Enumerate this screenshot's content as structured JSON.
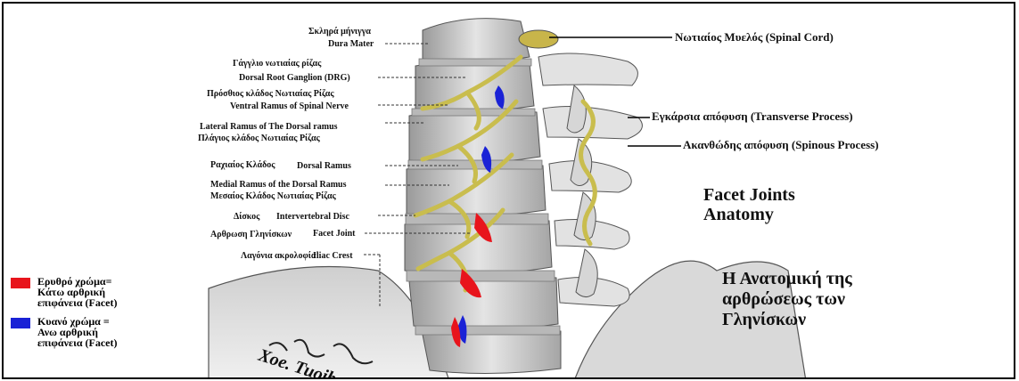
{
  "colors": {
    "red_facet": "#e8141c",
    "blue_facet": "#1a22d6",
    "nerve": "#cfc25a",
    "bone": "#d8d8d8"
  },
  "labels_left": {
    "dura_gr": "Σκληρά μήνιγγα",
    "dura_en": "Dura Mater",
    "drg_gr": "Γάγγλιο νωτιαίας ρίζας",
    "drg_en": "Dorsal Root Ganglion (DRG)",
    "ventral_gr": "Πρόσθιος κλάδος Νωτιαίας Ρίζας",
    "ventral_en": "Ventral Ramus of  Spinal Nerve",
    "lateral_en": "Lateral Ramus of  The Dorsal ramus",
    "lateral_gr": "Πλάγιος κλάδος Νωτιαίας Ρίζας",
    "dorsal_gr": "Ραχιαίος Κλάδος",
    "dorsal_en": "Dorsal Ramus",
    "medial_en": "Medial Ramus of  the Dorsal Ramus",
    "medial_gr": "Μεσαίος Κλάδος Νωτιαίας Ρίζας",
    "disc_gr": "Δίσκος",
    "disc_en": "Intervertebral Disc",
    "facet_gr": "Αρθρωση Γληνίσκων",
    "facet_en": "Facet Joint",
    "iliac_gr": "Λαγόνια ακρολοφία",
    "iliac_en": "Iliac Crest"
  },
  "labels_right": {
    "spinal_cord": "Νωτιαίος Μυελός (Spinal Cord)",
    "transverse": "Εγκάρσια απόφυση (Transverse Process)",
    "spinous": "Ακανθώδης απόφυση (Spinous Process)"
  },
  "title": {
    "en_line1": "Facet Joints",
    "en_line2": "Anatomy",
    "gr_line1": "Η Ανατομική της",
    "gr_line2": "αρθρώσεως των",
    "gr_line3": "Γληνίσκων"
  },
  "legend": {
    "red_line1": "Ερυθρό χρώμα=",
    "red_line2": "Κάτω αρθρική",
    "red_line3": "επιφάνεια (Facet)",
    "blue_line1": "Κυανό χρώμα =",
    "blue_line2": "Ανω αρθρική",
    "blue_line3": "επιφάνεια (Facet)"
  },
  "signature": "Xoe. Tuoiba"
}
